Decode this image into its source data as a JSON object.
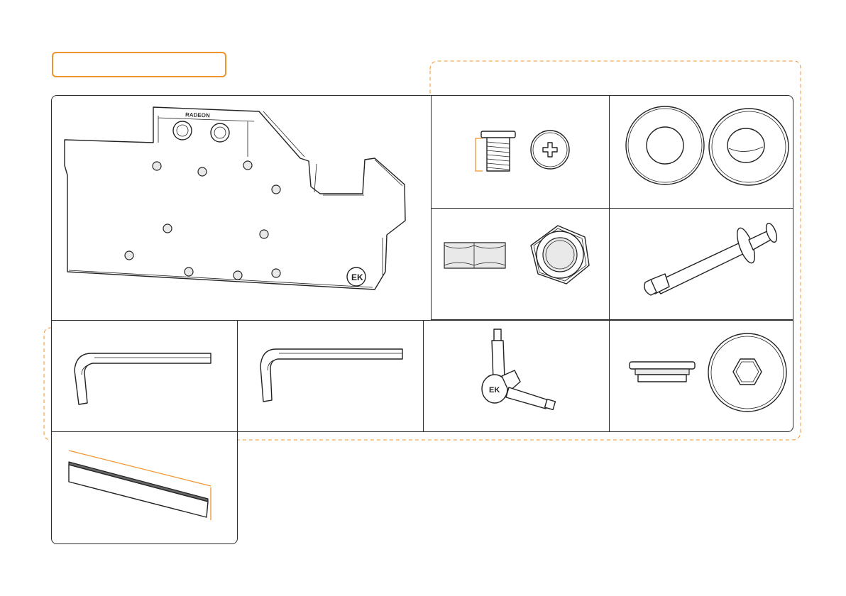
{
  "header": {
    "title": ""
  },
  "colors": {
    "accent": "#f0942f",
    "line": "#2b2b2b"
  },
  "parts": [
    {
      "id": "backplate",
      "icon": "backplate-icon",
      "label": ""
    },
    {
      "id": "screw",
      "icon": "screw-icon",
      "label": ""
    },
    {
      "id": "washer",
      "icon": "washer-icon",
      "label": ""
    },
    {
      "id": "nut",
      "icon": "hex-nut-icon",
      "label": ""
    },
    {
      "id": "thermal-paste",
      "icon": "syringe-icon",
      "label": ""
    },
    {
      "id": "hex-key-1",
      "icon": "hex-key-icon",
      "label": ""
    },
    {
      "id": "hex-key-2",
      "icon": "hex-key-icon",
      "label": ""
    },
    {
      "id": "multi-tool",
      "icon": "tool-icon",
      "label": ""
    },
    {
      "id": "plug",
      "icon": "plug-icon",
      "label": ""
    },
    {
      "id": "thermal-pad",
      "icon": "thermal-pad-icon",
      "label": ""
    }
  ]
}
